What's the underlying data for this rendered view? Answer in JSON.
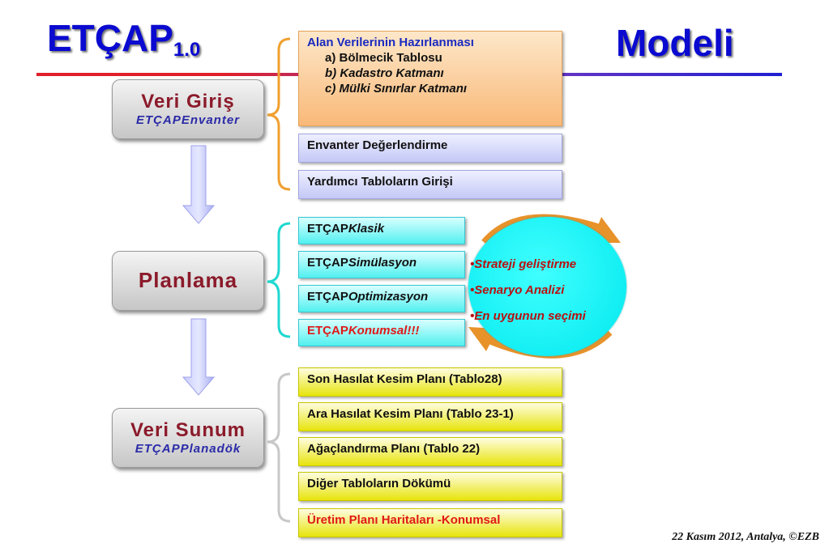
{
  "title": {
    "main": "ETÇAP",
    "version": "1.0",
    "right": "Modeli"
  },
  "stages": [
    {
      "title": "Veri Giriş",
      "subtitle": "ETÇAPEnvanter"
    },
    {
      "title": "Planlama",
      "subtitle": ""
    },
    {
      "title": "Veri Sunum",
      "subtitle": "ETÇAPPlanadök"
    }
  ],
  "input_group": {
    "heading": "Alan Verilerinin Hazırlanması",
    "items": [
      "a) Bölmecik Tablosu",
      "b) Kadastro Katmanı",
      "c) Mülki Sınırlar Katmanı"
    ],
    "boxes": [
      "Envanter Değerlendirme",
      "Yardımcı Tabloların Girişi"
    ]
  },
  "planning_group": [
    {
      "prefix": "ETÇAP",
      "suffix": "Klasik"
    },
    {
      "prefix": "ETÇAP",
      "suffix": "Simülasyon"
    },
    {
      "prefix": "ETÇAP",
      "suffix": "Optimizasyon"
    },
    {
      "prefix": "ETÇAP",
      "suffix": "Konumsal!!!"
    }
  ],
  "cycle": [
    "•Strateji geliştirme",
    "•Senaryo Analizi",
    "•En uygunun seçimi"
  ],
  "output_group": [
    "Son Hasılat Kesim Planı (Tablo28)",
    "Ara Hasılat Kesim Planı (Tablo 23-1)",
    "Ağaçlandırma Planı (Tablo 22)",
    "Diğer Tabloların Dökümü",
    "Üretim Planı Haritaları -Konumsal"
  ],
  "footer": "22 Kasım 2012, Antalya, ©EZB",
  "colors": {
    "title_blue": "#0a0ad0",
    "bracket_orange": "#f0a030",
    "bracket_cyan": "#20d8d0",
    "bracket_grey": "#c8c8c8",
    "highlight_red": "#e01818"
  }
}
